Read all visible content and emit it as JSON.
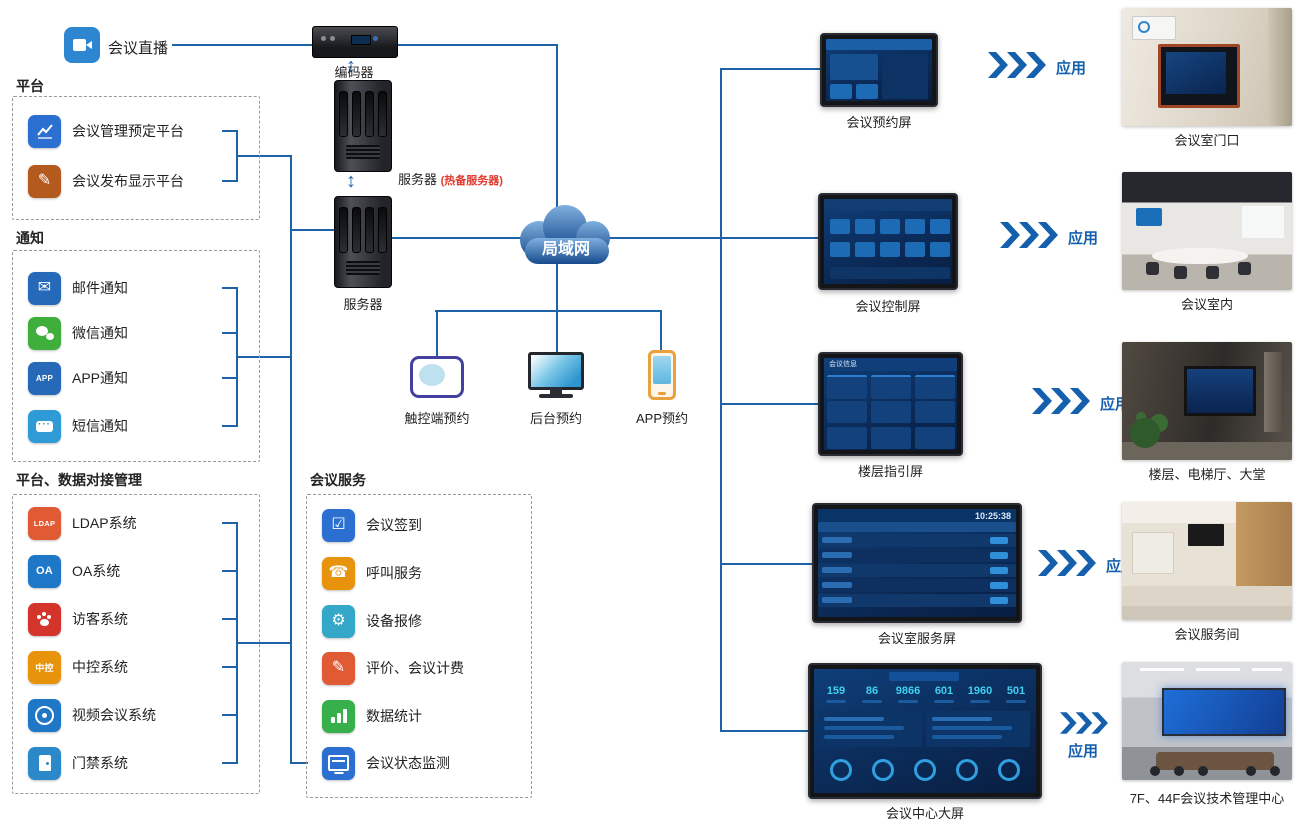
{
  "diagram": {
    "live": {
      "label": "会议直播",
      "color": "#2e86d1"
    },
    "symbols": {
      "double_arrow": "↕"
    },
    "groups": {
      "platform": {
        "title": "平台",
        "items": [
          {
            "label": "会议管理预定平台",
            "icon": "line-chart-icon",
            "color": "#2b6fd0"
          },
          {
            "label": "会议发布显示平台",
            "icon": "publish-edit-icon",
            "color": "#b55a1e",
            "glyph": "✎"
          }
        ]
      },
      "notify": {
        "title": "通知",
        "items": [
          {
            "label": "邮件通知",
            "icon": "mail-icon",
            "color": "#2569b8",
            "glyph": "✉"
          },
          {
            "label": "微信通知",
            "icon": "wechat-icon",
            "color": "#3fae3a"
          },
          {
            "label": "APP通知",
            "icon": "app-icon",
            "color": "#2569b8",
            "badge": "APP"
          },
          {
            "label": "短信通知",
            "icon": "sms-icon",
            "color": "#2f9bd6"
          }
        ]
      },
      "integration": {
        "title": "平台、数据对接管理",
        "items": [
          {
            "label": "LDAP系统",
            "icon": "ldap-icon",
            "color": "#e05a33",
            "badge": "LDAP"
          },
          {
            "label": "OA系统",
            "icon": "oa-icon",
            "color": "#1f77c8",
            "badge": "OA"
          },
          {
            "label": "访客系统",
            "icon": "visitor-icon",
            "color": "#d4342a"
          },
          {
            "label": "中控系统",
            "icon": "central-control-icon",
            "color": "#e8930c",
            "badge": "中控"
          },
          {
            "label": "视频会议系统",
            "icon": "video-conference-icon",
            "color": "#1f77c8"
          },
          {
            "label": "门禁系统",
            "icon": "door-access-icon",
            "color": "#2b89c9"
          }
        ]
      },
      "services": {
        "title": "会议服务",
        "items": [
          {
            "label": "会议签到",
            "icon": "checkin-icon",
            "color": "#2b6fd0",
            "glyph": "☑"
          },
          {
            "label": "呼叫服务",
            "icon": "call-service-icon",
            "color": "#e8930c",
            "glyph": "☎"
          },
          {
            "label": "设备报修",
            "icon": "repair-icon",
            "color": "#35a7c9",
            "glyph": "⚙"
          },
          {
            "label": "评价、会议计费",
            "icon": "billing-icon",
            "color": "#e05a33",
            "glyph": "✎"
          },
          {
            "label": "数据统计",
            "icon": "statistics-icon",
            "color": "#37b04c"
          },
          {
            "label": "会议状态监测",
            "icon": "status-monitor-icon",
            "color": "#2b6fd0"
          }
        ]
      }
    },
    "devices": {
      "encoder": {
        "label": "编码器"
      },
      "server_backup": {
        "label": "服务器",
        "note": "(热备服务器)"
      },
      "server_main": {
        "label": "服务器"
      },
      "lan": {
        "label": "局域网"
      }
    },
    "bookings": [
      {
        "label": "触控端预约",
        "icon": "tablet-icon"
      },
      {
        "label": "后台预约",
        "icon": "desktop-icon"
      },
      {
        "label": "APP预约",
        "icon": "phone-icon"
      }
    ],
    "screens": [
      {
        "label": "会议预约屏"
      },
      {
        "label": "会议控制屏"
      },
      {
        "label": "楼层指引屏",
        "header": "会议信息"
      },
      {
        "label": "会议室服务屏",
        "time": "10:25:38"
      },
      {
        "label": "会议中心大屏",
        "stats": [
          "159",
          "86",
          "9866",
          "601",
          "1960",
          "501"
        ]
      }
    ],
    "apply_label": "应用",
    "photos": [
      {
        "caption": "会议室门口"
      },
      {
        "caption": "会议室内"
      },
      {
        "caption": "楼层、电梯厅、大堂"
      },
      {
        "caption": "会议服务间"
      },
      {
        "caption": "7F、44F会议技术管理中心"
      }
    ],
    "colors": {
      "line": "#1e63a8",
      "arrow": "#1560ac",
      "note": "#e0392c"
    }
  }
}
